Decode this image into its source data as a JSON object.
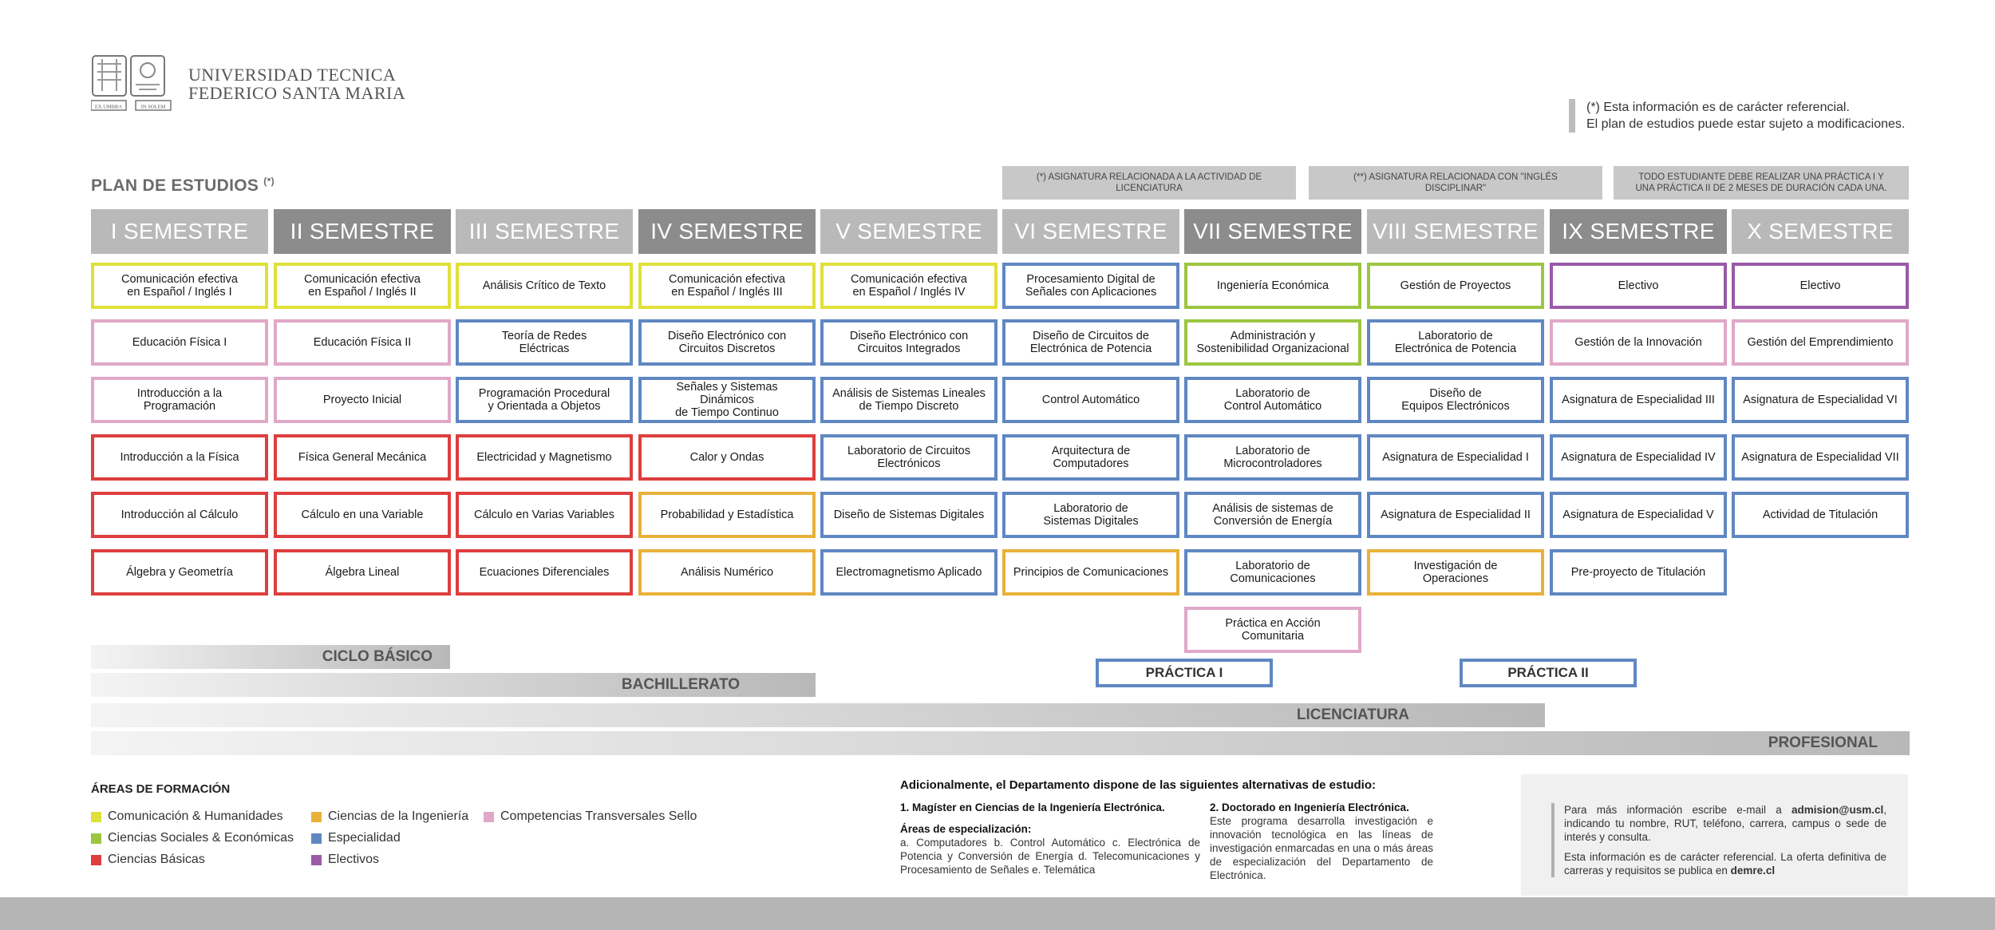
{
  "header": {
    "university_line1": "UNIVERSIDAD TECNICA",
    "university_line2": "FEDERICO SANTA MARIA",
    "logo_banner_left": "EX UMBRA",
    "logo_banner_right": "IN SOLEM",
    "notice_line1": "(*) Esta información es de carácter referencial.",
    "notice_line2": "El plan de estudios puede estar sujeto a modificaciones."
  },
  "plan_title": "PLAN DE ESTUDIOS",
  "plan_title_mark": "(*)",
  "notes": [
    "(*) ASIGNATURA RELACIONADA A LA ACTIVIDAD DE LICENCIATURA",
    "(**) ASIGNATURA RELACIONADA CON \"INGLÉS DISCIPLINAR\"",
    "TODO ESTUDIANTE DEBE REALIZAR UNA PRÁCTICA I Y UNA PRÁCTICA II DE 2 MESES DE DURACIÓN CADA UNA."
  ],
  "semesters": [
    "I SEMESTRE",
    "II SEMESTRE",
    "III SEMESTRE",
    "IV SEMESTRE",
    "V SEMESTRE",
    "VI SEMESTRE",
    "VII SEMESTRE",
    "VIII SEMESTRE",
    "IX SEMESTRE",
    "X SEMESTRE"
  ],
  "courses": [
    [
      {
        "name": "Comunicación efectiva\nen Español / Inglés I",
        "area": "yellow"
      },
      {
        "name": "Educación Física I",
        "area": "pink"
      },
      {
        "name": "Introducción a la\nProgramación",
        "area": "pink"
      },
      {
        "name": "Introducción a la Física",
        "area": "red"
      },
      {
        "name": "Introducción al Cálculo",
        "area": "red"
      },
      {
        "name": "Álgebra y Geometría",
        "area": "red"
      }
    ],
    [
      {
        "name": "Comunicación efectiva\nen Español / Inglés II",
        "area": "yellow"
      },
      {
        "name": "Educación Física II",
        "area": "pink"
      },
      {
        "name": "Proyecto Inicial",
        "area": "pink"
      },
      {
        "name": "Física General Mecánica",
        "area": "red"
      },
      {
        "name": "Cálculo en una Variable",
        "area": "red"
      },
      {
        "name": "Álgebra Lineal",
        "area": "red"
      }
    ],
    [
      {
        "name": "Análisis Crítico de Texto",
        "area": "yellow"
      },
      {
        "name": "Teoría de Redes\nEléctricas",
        "area": "blue"
      },
      {
        "name": "Programación Procedural\ny Orientada a Objetos",
        "area": "blue"
      },
      {
        "name": "Electricidad y Magnetismo",
        "area": "red"
      },
      {
        "name": "Cálculo en Varias Variables",
        "area": "red"
      },
      {
        "name": "Ecuaciones Diferenciales",
        "area": "red"
      }
    ],
    [
      {
        "name": "Comunicación efectiva\nen Español / Inglés III",
        "area": "yellow"
      },
      {
        "name": "Diseño Electrónico con\nCircuitos Discretos",
        "area": "blue"
      },
      {
        "name": "Señales y Sistemas Dinámicos\nde Tiempo Continuo",
        "area": "blue"
      },
      {
        "name": "Calor y Ondas",
        "area": "red"
      },
      {
        "name": "Probabilidad y Estadística",
        "area": "orange"
      },
      {
        "name": "Análisis Numérico",
        "area": "orange"
      }
    ],
    [
      {
        "name": "Comunicación efectiva\nen Español / Inglés IV",
        "area": "yellow"
      },
      {
        "name": "Diseño Electrónico con\nCircuitos Integrados",
        "area": "blue"
      },
      {
        "name": "Análisis de Sistemas Lineales\nde Tiempo Discreto",
        "area": "blue"
      },
      {
        "name": "Laboratorio de Circuitos\nElectrónicos",
        "area": "blue"
      },
      {
        "name": "Diseño de Sistemas Digitales",
        "area": "blue"
      },
      {
        "name": "Electromagnetismo Aplicado",
        "area": "blue"
      }
    ],
    [
      {
        "name": "Procesamiento Digital de\nSeñales con Aplicaciones",
        "area": "blue"
      },
      {
        "name": "Diseño de Circuitos de\nElectrónica de Potencia",
        "area": "blue"
      },
      {
        "name": "Control Automático",
        "area": "blue"
      },
      {
        "name": "Arquitectura de\nComputadores",
        "area": "blue"
      },
      {
        "name": "Laboratorio de\nSistemas Digitales",
        "area": "blue"
      },
      {
        "name": "Principios de Comunicaciones",
        "area": "orange"
      }
    ],
    [
      {
        "name": "Ingeniería Económica",
        "area": "green"
      },
      {
        "name": "Administración y\nSostenibilidad Organizacional",
        "area": "green"
      },
      {
        "name": "Laboratorio de\nControl Automático",
        "area": "blue"
      },
      {
        "name": "Laboratorio de\nMicrocontroladores",
        "area": "blue"
      },
      {
        "name": "Análisis de sistemas de\nConversión de Energía",
        "area": "blue"
      },
      {
        "name": "Laboratorio de\nComunicaciones",
        "area": "blue"
      },
      {
        "name": "Práctica en Acción\nComunitaria",
        "area": "pink"
      }
    ],
    [
      {
        "name": "Gestión de Proyectos",
        "area": "green"
      },
      {
        "name": "Laboratorio de\nElectrónica de Potencia",
        "area": "blue"
      },
      {
        "name": "Diseño de\nEquipos Electrónicos",
        "area": "blue"
      },
      {
        "name": "Asignatura de Especialidad I",
        "area": "blue"
      },
      {
        "name": "Asignatura de Especialidad II",
        "area": "blue"
      },
      {
        "name": "Investigación de\nOperaciones",
        "area": "orange"
      }
    ],
    [
      {
        "name": "Electivo",
        "area": "purple"
      },
      {
        "name": "Gestión de la Innovación",
        "area": "pink"
      },
      {
        "name": "Asignatura de Especialidad III",
        "area": "blue"
      },
      {
        "name": "Asignatura de Especialidad IV",
        "area": "blue"
      },
      {
        "name": "Asignatura de Especialidad V",
        "area": "blue"
      },
      {
        "name": "Pre-proyecto de Titulación",
        "area": "blue"
      }
    ],
    [
      {
        "name": "Electivo",
        "area": "purple"
      },
      {
        "name": "Gestión del Emprendimiento",
        "area": "pink"
      },
      {
        "name": "Asignatura de Especialidad VI",
        "area": "blue"
      },
      {
        "name": "Asignatura de Especialidad VII",
        "area": "blue"
      },
      {
        "name": "Actividad de Titulación",
        "area": "blue"
      }
    ]
  ],
  "cycles": [
    "CICLO BÁSICO",
    "BACHILLERATO",
    "LICENCIATURA",
    "PROFESIONAL"
  ],
  "practices": [
    "PRÁCTICA I",
    "PRÁCTICA II"
  ],
  "area_colors": {
    "yellow": "#e0e03a",
    "green": "#9cc640",
    "red": "#de3e3e",
    "orange": "#e8b13a",
    "blue": "#5f87c2",
    "pink": "#e0a8c8",
    "purple": "#9a5aa8"
  },
  "areas": {
    "title": "ÁREAS DE FORMACIÓN",
    "items": [
      {
        "label": "Comunicación & Humanidades",
        "color": "#e0e03a"
      },
      {
        "label": "Ciencias Sociales & Económicas",
        "color": "#9cc640"
      },
      {
        "label": "Ciencias Básicas",
        "color": "#de3e3e"
      },
      {
        "label": "Ciencias de la Ingeniería",
        "color": "#e8b13a"
      },
      {
        "label": "Especialidad",
        "color": "#5f87c2"
      },
      {
        "label": "Electivos",
        "color": "#9a5aa8"
      },
      {
        "label": "Competencias Transversales Sello",
        "color": "#e0a8c8"
      }
    ]
  },
  "alternatives": {
    "title": "Adicionalmente, el Departamento dispone de las siguientes alternativas de estudio:",
    "magister": "1. Magíster en Ciencias de la Ingeniería Electrónica.",
    "areas_title": "Áreas de especialización:",
    "areas_text": "a. Computadores   b. Control Automático   c. Electrónica de Potencia y Conversión de Energía   d. Telecomunicaciones y Procesamiento de Señales   e. Telemática",
    "doctorado": "2. Doctorado en Ingeniería Electrónica.",
    "doctorado_text": "Este programa desarrolla investigación e innovación tecnológica en las líneas de investigación enmarcadas en una o más áreas de especialización del Departamento de Electrónica."
  },
  "contact": {
    "line1_pre": "Para más información escribe e-mail a ",
    "email": "admision@usm.cl",
    "line1_post": ", indicando tu nombre, RUT, teléfono, carrera, campus o sede de interés y consulta.",
    "line2_pre": "Esta información es de carácter referencial. La oferta definitiva de carreras y requisitos se publica en ",
    "site": "demre.cl"
  }
}
